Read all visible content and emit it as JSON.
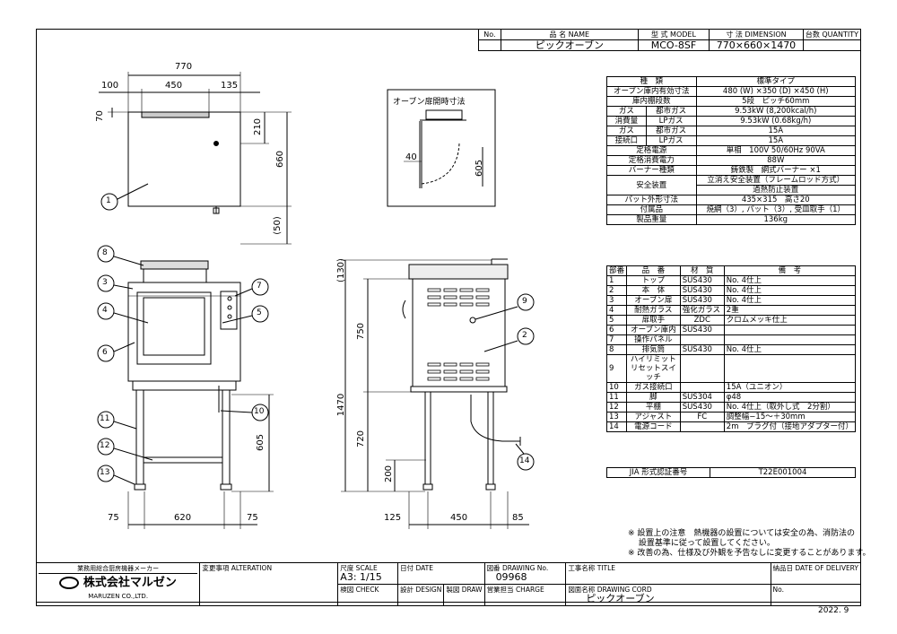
{
  "header": {
    "no_label": "No.",
    "name_label": "品 名 NAME",
    "model_label": "型 式 MODEL",
    "dim_label": "寸 法 DIMENSION",
    "qty_label": "台数 QUANTITY",
    "name": "ピックオーブン",
    "model": "MCO-8SF",
    "dimension": "770×660×1470"
  },
  "dims": {
    "top_770": "770",
    "top_100": "100",
    "top_450": "450",
    "top_135": "135",
    "d70": "70",
    "d210": "210",
    "d660": "660",
    "d50": "(50)",
    "d40": "40",
    "d605_door": "605",
    "d130": "(130)",
    "d750": "750",
    "d1470": "1470",
    "d720": "720",
    "d200": "200",
    "d605_side": "605",
    "b75a": "75",
    "b620": "620",
    "b75b": "75",
    "b125": "125",
    "b450": "450",
    "b85": "85"
  },
  "door_label": "オーブン扉開時寸法",
  "callouts": [
    "1",
    "2",
    "3",
    "4",
    "5",
    "6",
    "7",
    "8",
    "9",
    "10",
    "11",
    "12",
    "13",
    "14"
  ],
  "spec": {
    "rows": [
      [
        "種　類",
        "標準タイプ"
      ],
      [
        "オーブン庫内有効寸法",
        "480 (W) ×350 (D) ×450 (H)"
      ],
      [
        "庫内棚段数",
        "5段　ピッチ60mm"
      ],
      [
        "ガス",
        "都市ガス",
        "9.53kW (8,200kcal/h)"
      ],
      [
        "消費量",
        "LPガス",
        "9.53kW (0.68kg/h)"
      ],
      [
        "ガス",
        "都市ガス",
        "15A"
      ],
      [
        "接続口",
        "LPガス",
        "15A"
      ],
      [
        "定格電源",
        "単相　100V 50/60Hz 90VA"
      ],
      [
        "定格消費電力",
        "88W"
      ],
      [
        "バーナー種類",
        "鋳鉄製　網式バーナー ×1"
      ],
      [
        "安全装置",
        "立消え安全装置（フレームロッド方式）"
      ],
      [
        "",
        "過熱防止装置"
      ],
      [
        "パット外形寸法",
        "435×315　高さ20"
      ],
      [
        "付属品",
        "焼網（3）, パット（3）, 受皿取手（1）"
      ],
      [
        "製品重量",
        "136kg"
      ]
    ]
  },
  "parts": {
    "headers": [
      "部番",
      "品　番",
      "材　質",
      "備　考"
    ],
    "rows": [
      [
        "1",
        "トップ",
        "SUS430",
        "No. 4仕上"
      ],
      [
        "2",
        "本　体",
        "SUS430",
        "No. 4仕上"
      ],
      [
        "3",
        "オーブン扉",
        "SUS430",
        "No. 4仕上"
      ],
      [
        "4",
        "耐熱ガラス",
        "強化ガラス",
        "2重"
      ],
      [
        "5",
        "扉取手",
        "ZDC",
        "クロムメッキ仕上"
      ],
      [
        "6",
        "オーブン庫内",
        "SUS430",
        ""
      ],
      [
        "7",
        "操作パネル",
        "",
        ""
      ],
      [
        "8",
        "排気筒",
        "SUS430",
        "No. 4仕上"
      ],
      [
        "9",
        "ハイリミット\nリセットスイッチ",
        "",
        ""
      ],
      [
        "10",
        "ガス接続口",
        "",
        "15A（ユニオン）"
      ],
      [
        "11",
        "脚",
        "SUS304",
        "φ48"
      ],
      [
        "12",
        "平棚",
        "SUS430",
        "No. 4仕上（取外し式　2分割）"
      ],
      [
        "13",
        "アジャスト",
        "FC",
        "調整幅−15〜＋30mm"
      ],
      [
        "14",
        "電源コード",
        "",
        "2m　プラグ付（接地アダプター付）"
      ]
    ]
  },
  "jia": {
    "label": "JIA 形式認証番号",
    "value": "T22E001004"
  },
  "notes": [
    "※ 設置上の注意　熱機器の設置については安全の為、消防法の",
    "　 設置基準に従って設置してください。",
    "※ 改善の為、仕様及び外観を予告なしに変更することがあります。"
  ],
  "titleblock": {
    "maker_tag": "業務用総合厨房機器メーカー",
    "company": "株式会社マルゼン",
    "company_en": "MARUZEN CO.,LTD.",
    "alteration": "変更事項 ALTERATION",
    "scale_label": "尺度 SCALE",
    "scale": "A3: 1/15",
    "date_label": "日付 DATE",
    "drawing_no_label": "図番 DRAWING No.",
    "drawing_no": "09968",
    "title_label": "工事名称 TITLE",
    "delivery_label": "納品日 DATE OF DELIVERY",
    "check_label": "検図 CHECK",
    "design_label": "設計 DESIGN",
    "draw_label": "製図 DRAW",
    "charge_label": "営業担当 CHARGE",
    "drawing_cord_label": "図面名称 DRAWING CORD",
    "drawing_name": "ピックオーブン",
    "no_label": "No.",
    "date": "2022. 9"
  }
}
